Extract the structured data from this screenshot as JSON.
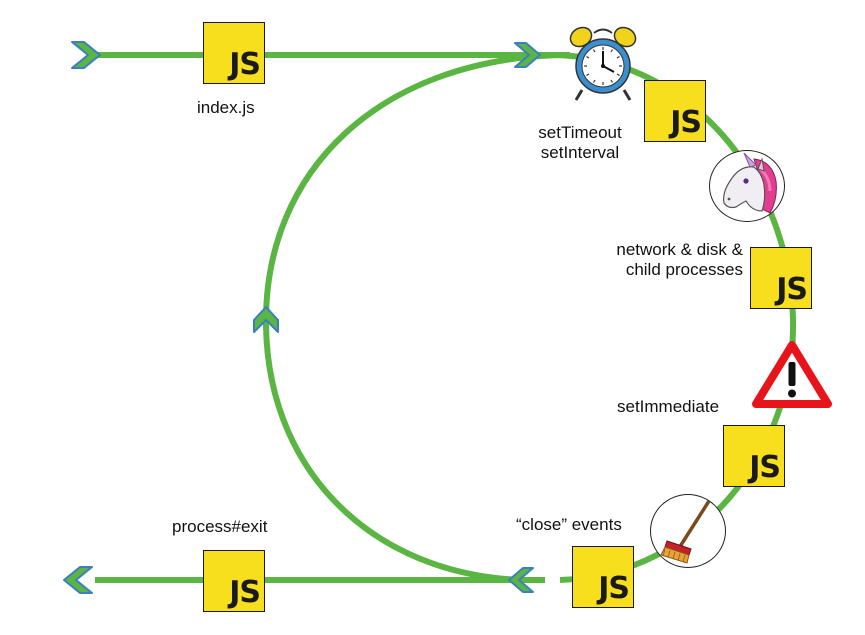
{
  "colors": {
    "loop_line": "#5bb543",
    "chevron_fill": "#5bb543",
    "chevron_stroke": "#3a7fc1",
    "js_badge": "#f7df1e",
    "warning_red": "#e8141b"
  },
  "badge_text": "JS",
  "labels": {
    "index": "index.js",
    "timers": [
      "setTimeout",
      "setInterval"
    ],
    "poll": [
      "network & disk &",
      "child processes"
    ],
    "check": "setImmediate",
    "close": "“close” events",
    "exit": "process#exit"
  },
  "icons": {
    "timers": "alarm-clock-icon",
    "poll": "unicorn-icon",
    "check": "warning-icon",
    "close": "broom-icon"
  }
}
